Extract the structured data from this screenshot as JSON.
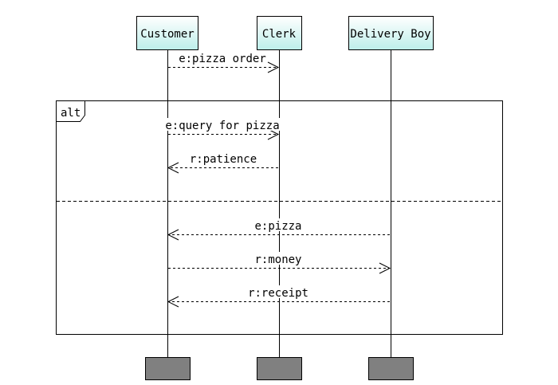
{
  "colors": {
    "participant_fill_top": "#ffffff",
    "participant_fill_bottom": "#bdeeea",
    "terminator_fill": "#808080",
    "line": "#000000"
  },
  "participants": [
    {
      "label": "Customer"
    },
    {
      "label": "Clerk"
    },
    {
      "label": "Delivery Boy"
    }
  ],
  "fragment": {
    "operator": "alt"
  },
  "messages": [
    {
      "label": "e:pizza order",
      "from": 0,
      "to": 1,
      "kind": "async"
    },
    {
      "label": "e:query for pizza",
      "from": 0,
      "to": 1,
      "kind": "async"
    },
    {
      "label": "r:patience",
      "from": 1,
      "to": 0,
      "kind": "reply"
    },
    {
      "label": "e:pizza",
      "from": 2,
      "to": 0,
      "kind": "async"
    },
    {
      "label": "r:money",
      "from": 0,
      "to": 2,
      "kind": "reply"
    },
    {
      "label": "r:receipt",
      "from": 2,
      "to": 0,
      "kind": "reply"
    }
  ]
}
